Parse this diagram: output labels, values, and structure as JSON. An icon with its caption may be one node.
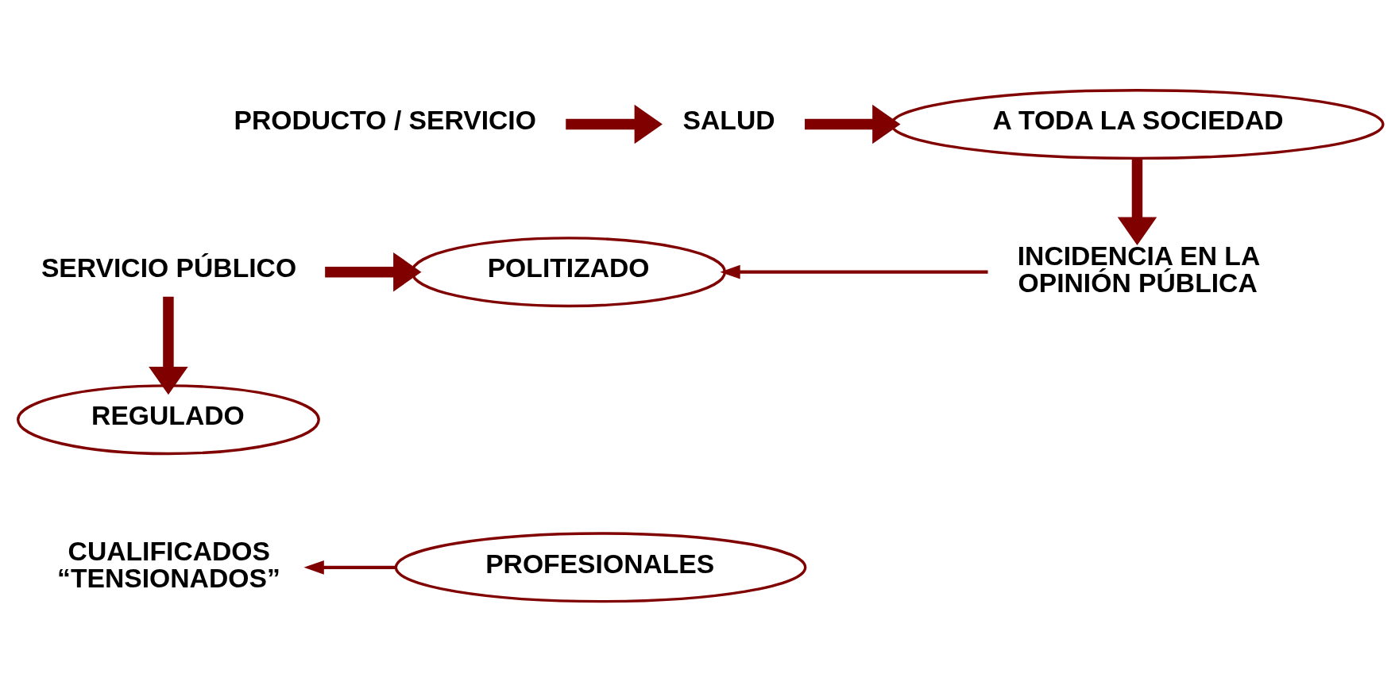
{
  "diagram": {
    "nodes": [
      {
        "text": [
          "PRODUCTO / SERVICIO"
        ]
      },
      {
        "text": [
          "SALUD"
        ]
      },
      {
        "text": [
          "A TODA LA SOCIEDAD"
        ]
      },
      {
        "text": [
          "INCIDENCIA EN LA OPINIÓN PÚBLICA"
        ]
      },
      {
        "text": [
          "POLITIZADO"
        ]
      },
      {
        "text": [
          "SERVICIO PÚBLICO"
        ]
      },
      {
        "text": [
          "REGULADO"
        ]
      },
      {
        "text": [
          "PROFESIONALES"
        ]
      },
      {
        "text": [
          "CUALIFICADOS “TENSIONADOS”"
        ]
      }
    ],
    "edges": [
      {
        "from": 0,
        "to": 1,
        "arrow": "to"
      },
      {
        "from": 1,
        "to": 2,
        "arrow": "to"
      },
      {
        "from": 2,
        "to": 3,
        "arrow": "to"
      },
      {
        "from": 3,
        "to": 4,
        "arrow": "to"
      },
      {
        "from": 5,
        "to": 4,
        "arrow": "to"
      },
      {
        "from": 5,
        "to": 6,
        "arrow": "to"
      },
      {
        "from": 7,
        "to": 8,
        "arrow": "to"
      }
    ]
  }
}
